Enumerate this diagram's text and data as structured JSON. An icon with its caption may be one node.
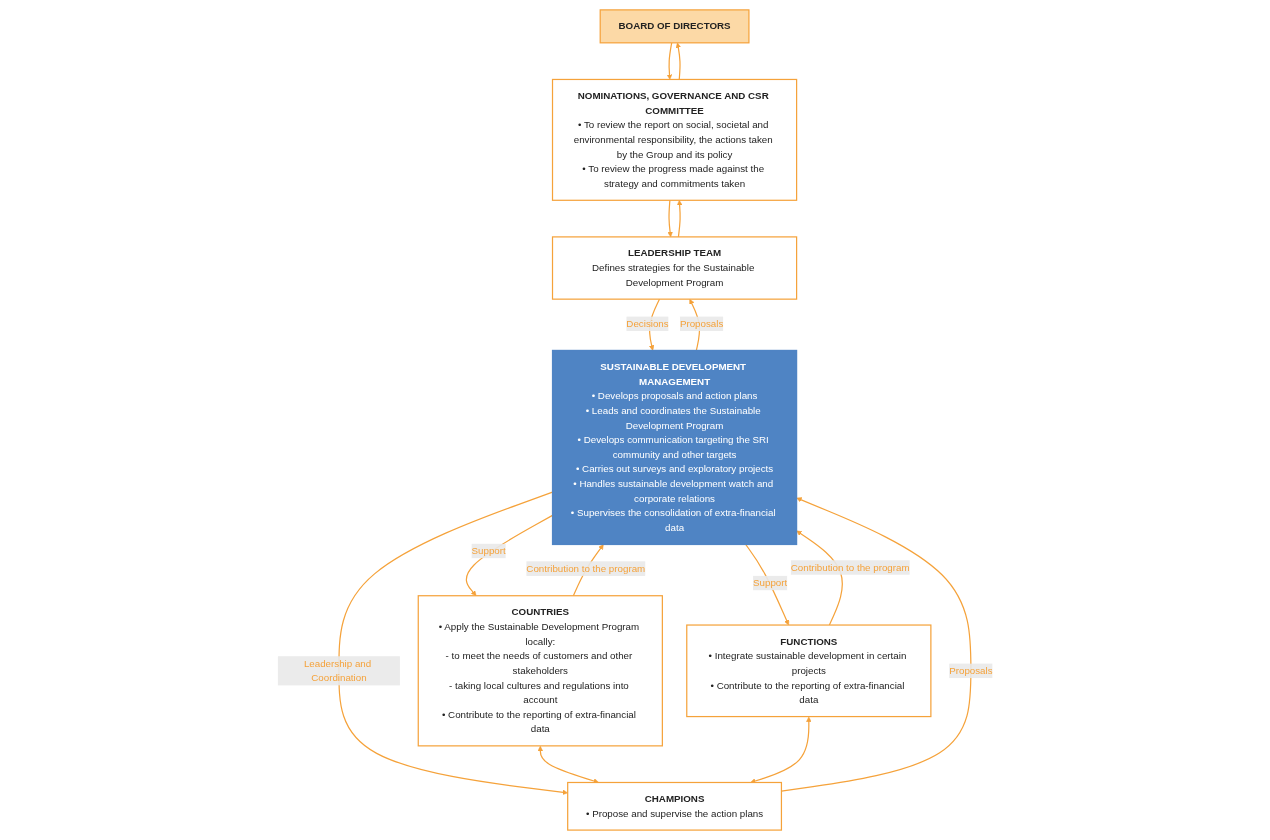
{
  "diagram": {
    "nodes": [
      {
        "text": [
          "BOARD OF DIRECTORS"
        ]
      },
      {
        "text": [
          "NOMINATIONS, GOVERNANCE AND CSR COMMITTEE",
          "• To review the report on social, societal and environmental responsibility, the actions taken by the Group and its policy",
          "• To review the progress made against the strategy and commitments taken"
        ]
      },
      {
        "text": [
          "LEADERSHIP TEAM",
          "Defines strategies for the Sustainable Development Program"
        ]
      },
      {
        "text": [
          "COUNTRIES",
          "• Apply the Sustainable Development Program locally:",
          "- to meet the needs of customers and other stakeholders",
          "- taking local cultures and regulations into account",
          "• Contribute to the reporting of extra-financial data"
        ]
      },
      {
        "text": [
          "SUSTAINABLE DEVELOPMENT MANAGEMENT",
          "• Develops proposals and action plans",
          "• Leads and coordinates the Sustainable Development Program",
          "• Develops communication targeting the SRI community and other targets",
          "• Carries out surveys and exploratory projects",
          "• Handles sustainable development watch and corporate relations",
          "• Supervises the consolidation of extra-financial data"
        ]
      },
      {
        "text": [
          "FUNCTIONS",
          "• Integrate sustainable development in certain projects",
          "• Contribute to the reporting of extra-financial data"
        ]
      },
      {
        "text": [
          "CHAMPIONS",
          "• Propose and supervise the action plans"
        ]
      }
    ],
    "edges": [
      {
        "from": 0,
        "to": 1,
        "arrow": "to"
      },
      {
        "from": 1,
        "to": 0,
        "arrow": "to"
      },
      {
        "from": 1,
        "to": 2,
        "arrow": "to"
      },
      {
        "from": 2,
        "to": 1,
        "arrow": "to"
      },
      {
        "from": 2,
        "to": 4,
        "arrow": "to",
        "label": "Decisions"
      },
      {
        "from": 4,
        "to": 2,
        "arrow": "to",
        "label": "Proposals"
      },
      {
        "from": 4,
        "to": 3,
        "arrow": "to",
        "label": "Support"
      },
      {
        "from": 3,
        "to": 4,
        "arrow": "to",
        "label": "Contribution to the program"
      },
      {
        "from": 4,
        "to": 5,
        "arrow": "to",
        "label": "Support"
      },
      {
        "from": 5,
        "to": 4,
        "arrow": "to",
        "label": "Contribution to the program"
      },
      {
        "from": 4,
        "to": 6,
        "arrow": "to",
        "label": "Leadership and Coordination"
      },
      {
        "from": 6,
        "to": 4,
        "arrow": "to",
        "label": "Proposals"
      },
      {
        "from": 3,
        "to": 6,
        "arrow": "both"
      },
      {
        "from": 5,
        "to": 6,
        "arrow": "both"
      }
    ]
  }
}
